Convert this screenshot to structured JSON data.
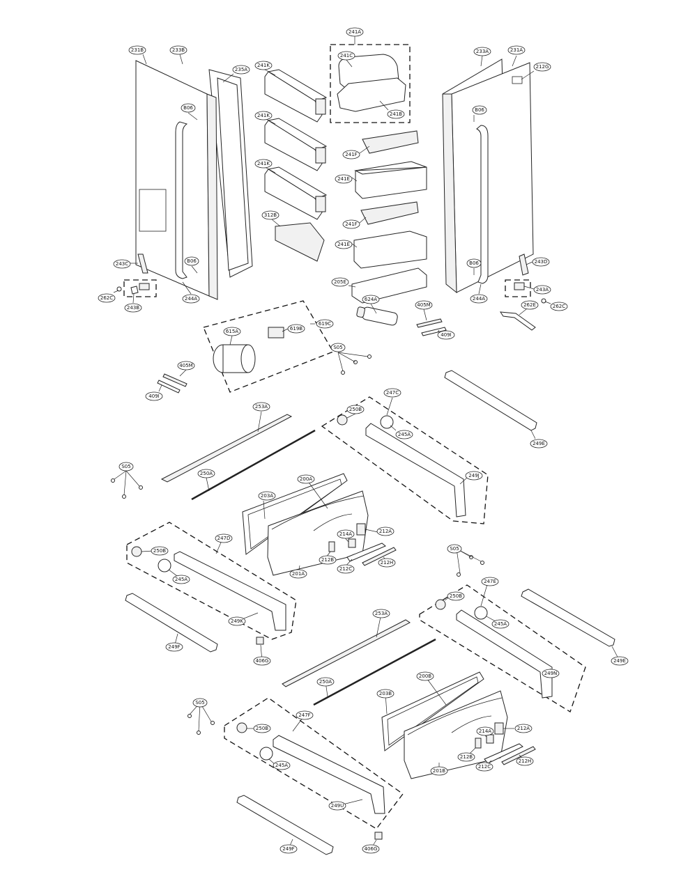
{
  "callouts": [
    {
      "id": "c-241A",
      "text": "241A"
    },
    {
      "id": "c-231B",
      "text": "231B"
    },
    {
      "id": "c-233B",
      "text": "233B"
    },
    {
      "id": "c-235A",
      "text": "235A"
    },
    {
      "id": "c-241K-1",
      "text": "241K"
    },
    {
      "id": "c-241C",
      "text": "241C"
    },
    {
      "id": "c-241B",
      "text": "241B"
    },
    {
      "id": "c-233A",
      "text": "233A"
    },
    {
      "id": "c-231A",
      "text": "231A"
    },
    {
      "id": "c-212G",
      "text": "212G"
    },
    {
      "id": "c-B06-1",
      "text": "B06"
    },
    {
      "id": "c-B06-2",
      "text": "B06"
    },
    {
      "id": "c-241K-2",
      "text": "241K"
    },
    {
      "id": "c-241F-1",
      "text": "241F"
    },
    {
      "id": "c-241K-3",
      "text": "241K"
    },
    {
      "id": "c-241E-1",
      "text": "241E"
    },
    {
      "id": "c-312B",
      "text": "312B"
    },
    {
      "id": "c-241F-2",
      "text": "241F"
    },
    {
      "id": "c-241E-2",
      "text": "241E"
    },
    {
      "id": "c-243C",
      "text": "243C"
    },
    {
      "id": "c-B06-3",
      "text": "B06"
    },
    {
      "id": "c-B06-4",
      "text": "B06"
    },
    {
      "id": "c-243D",
      "text": "243D"
    },
    {
      "id": "c-205E",
      "text": "205E"
    },
    {
      "id": "c-243A",
      "text": "243A"
    },
    {
      "id": "c-262C-1",
      "text": "262C"
    },
    {
      "id": "c-244A-1",
      "text": "244A"
    },
    {
      "id": "c-243B",
      "text": "243B"
    },
    {
      "id": "c-624A",
      "text": "624A"
    },
    {
      "id": "c-244A-2",
      "text": "244A"
    },
    {
      "id": "c-262E",
      "text": "262E"
    },
    {
      "id": "c-262C-2",
      "text": "262C"
    },
    {
      "id": "c-405M-1",
      "text": "405M"
    },
    {
      "id": "c-409I-1",
      "text": "409I"
    },
    {
      "id": "c-615A",
      "text": "615A"
    },
    {
      "id": "c-619B",
      "text": "619B"
    },
    {
      "id": "c-619C",
      "text": "619C"
    },
    {
      "id": "c-S05-1",
      "text": "S05"
    },
    {
      "id": "c-405M-2",
      "text": "405M"
    },
    {
      "id": "c-409I-2",
      "text": "409I"
    },
    {
      "id": "c-247C",
      "text": "247C"
    },
    {
      "id": "c-250B-1",
      "text": "250B"
    },
    {
      "id": "c-253A-1",
      "text": "253A"
    },
    {
      "id": "c-245A-1",
      "text": "245A"
    },
    {
      "id": "c-249E-1",
      "text": "249E"
    },
    {
      "id": "c-S05-2",
      "text": "S05"
    },
    {
      "id": "c-250A-1",
      "text": "250A"
    },
    {
      "id": "c-200A",
      "text": "200A"
    },
    {
      "id": "c-249J",
      "text": "249J"
    },
    {
      "id": "c-203A",
      "text": "203A"
    },
    {
      "id": "c-212A-1",
      "text": "212A"
    },
    {
      "id": "c-214A-1",
      "text": "214A"
    },
    {
      "id": "c-247D",
      "text": "247D"
    },
    {
      "id": "c-250B-2",
      "text": "250B"
    },
    {
      "id": "c-212B-1",
      "text": "212B"
    },
    {
      "id": "c-212H-1",
      "text": "212H"
    },
    {
      "id": "c-S05-3",
      "text": "S05"
    },
    {
      "id": "c-201A",
      "text": "201A"
    },
    {
      "id": "c-212C-1",
      "text": "212C"
    },
    {
      "id": "c-245A-2",
      "text": "245A"
    },
    {
      "id": "c-247E",
      "text": "247E"
    },
    {
      "id": "c-250B-3",
      "text": "250B"
    },
    {
      "id": "c-249K",
      "text": "249K"
    },
    {
      "id": "c-253A-2",
      "text": "253A"
    },
    {
      "id": "c-245A-3",
      "text": "245A"
    },
    {
      "id": "c-249F-1",
      "text": "249F"
    },
    {
      "id": "c-406G-1",
      "text": "406G"
    },
    {
      "id": "c-249E-2",
      "text": "249E"
    },
    {
      "id": "c-249N",
      "text": "249N"
    },
    {
      "id": "c-250A-2",
      "text": "250A"
    },
    {
      "id": "c-200B",
      "text": "200B"
    },
    {
      "id": "c-S05-4",
      "text": "S05"
    },
    {
      "id": "c-203B",
      "text": "203B"
    },
    {
      "id": "c-247F",
      "text": "247F"
    },
    {
      "id": "c-250B-4",
      "text": "250B"
    },
    {
      "id": "c-212A-2",
      "text": "212A"
    },
    {
      "id": "c-214A-2",
      "text": "214A"
    },
    {
      "id": "c-245A-4",
      "text": "245A"
    },
    {
      "id": "c-212B-2",
      "text": "212B"
    },
    {
      "id": "c-212H-2",
      "text": "212H"
    },
    {
      "id": "c-212C-2",
      "text": "212C"
    },
    {
      "id": "c-201B",
      "text": "201B"
    },
    {
      "id": "c-249U",
      "text": "249U"
    },
    {
      "id": "c-249F-2",
      "text": "249F"
    },
    {
      "id": "c-406G-2",
      "text": "406G"
    }
  ]
}
